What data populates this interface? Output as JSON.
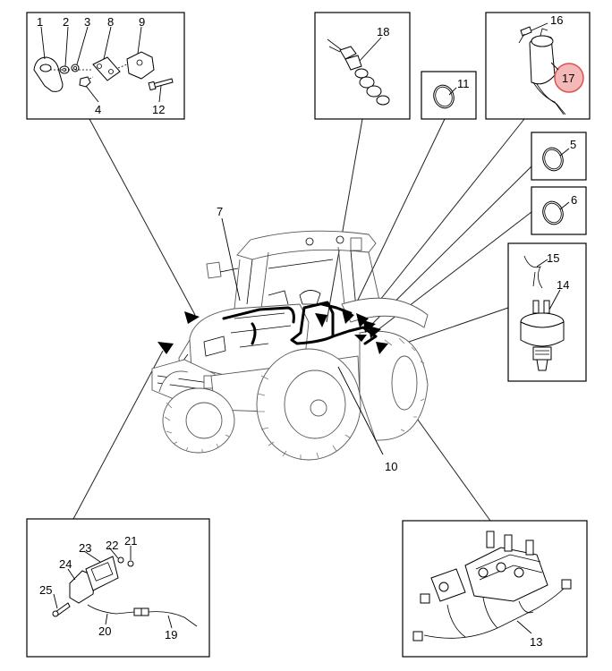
{
  "labels": {
    "l1": "1",
    "l2": "2",
    "l3": "3",
    "l4": "4",
    "l5": "5",
    "l6": "6",
    "l7": "7",
    "l8": "8",
    "l9": "9",
    "l10": "10",
    "l11": "11",
    "l12": "12",
    "l13": "13",
    "l14": "14",
    "l15": "15",
    "l16": "16",
    "l17": "17",
    "l18": "18",
    "l19": "19",
    "l20": "20",
    "l21": "21",
    "l22": "22",
    "l23": "23",
    "l24": "24",
    "l25": "25"
  },
  "colors": {
    "highlight_fill": "#f4b8b8",
    "highlight_stroke": "#d9534f"
  }
}
